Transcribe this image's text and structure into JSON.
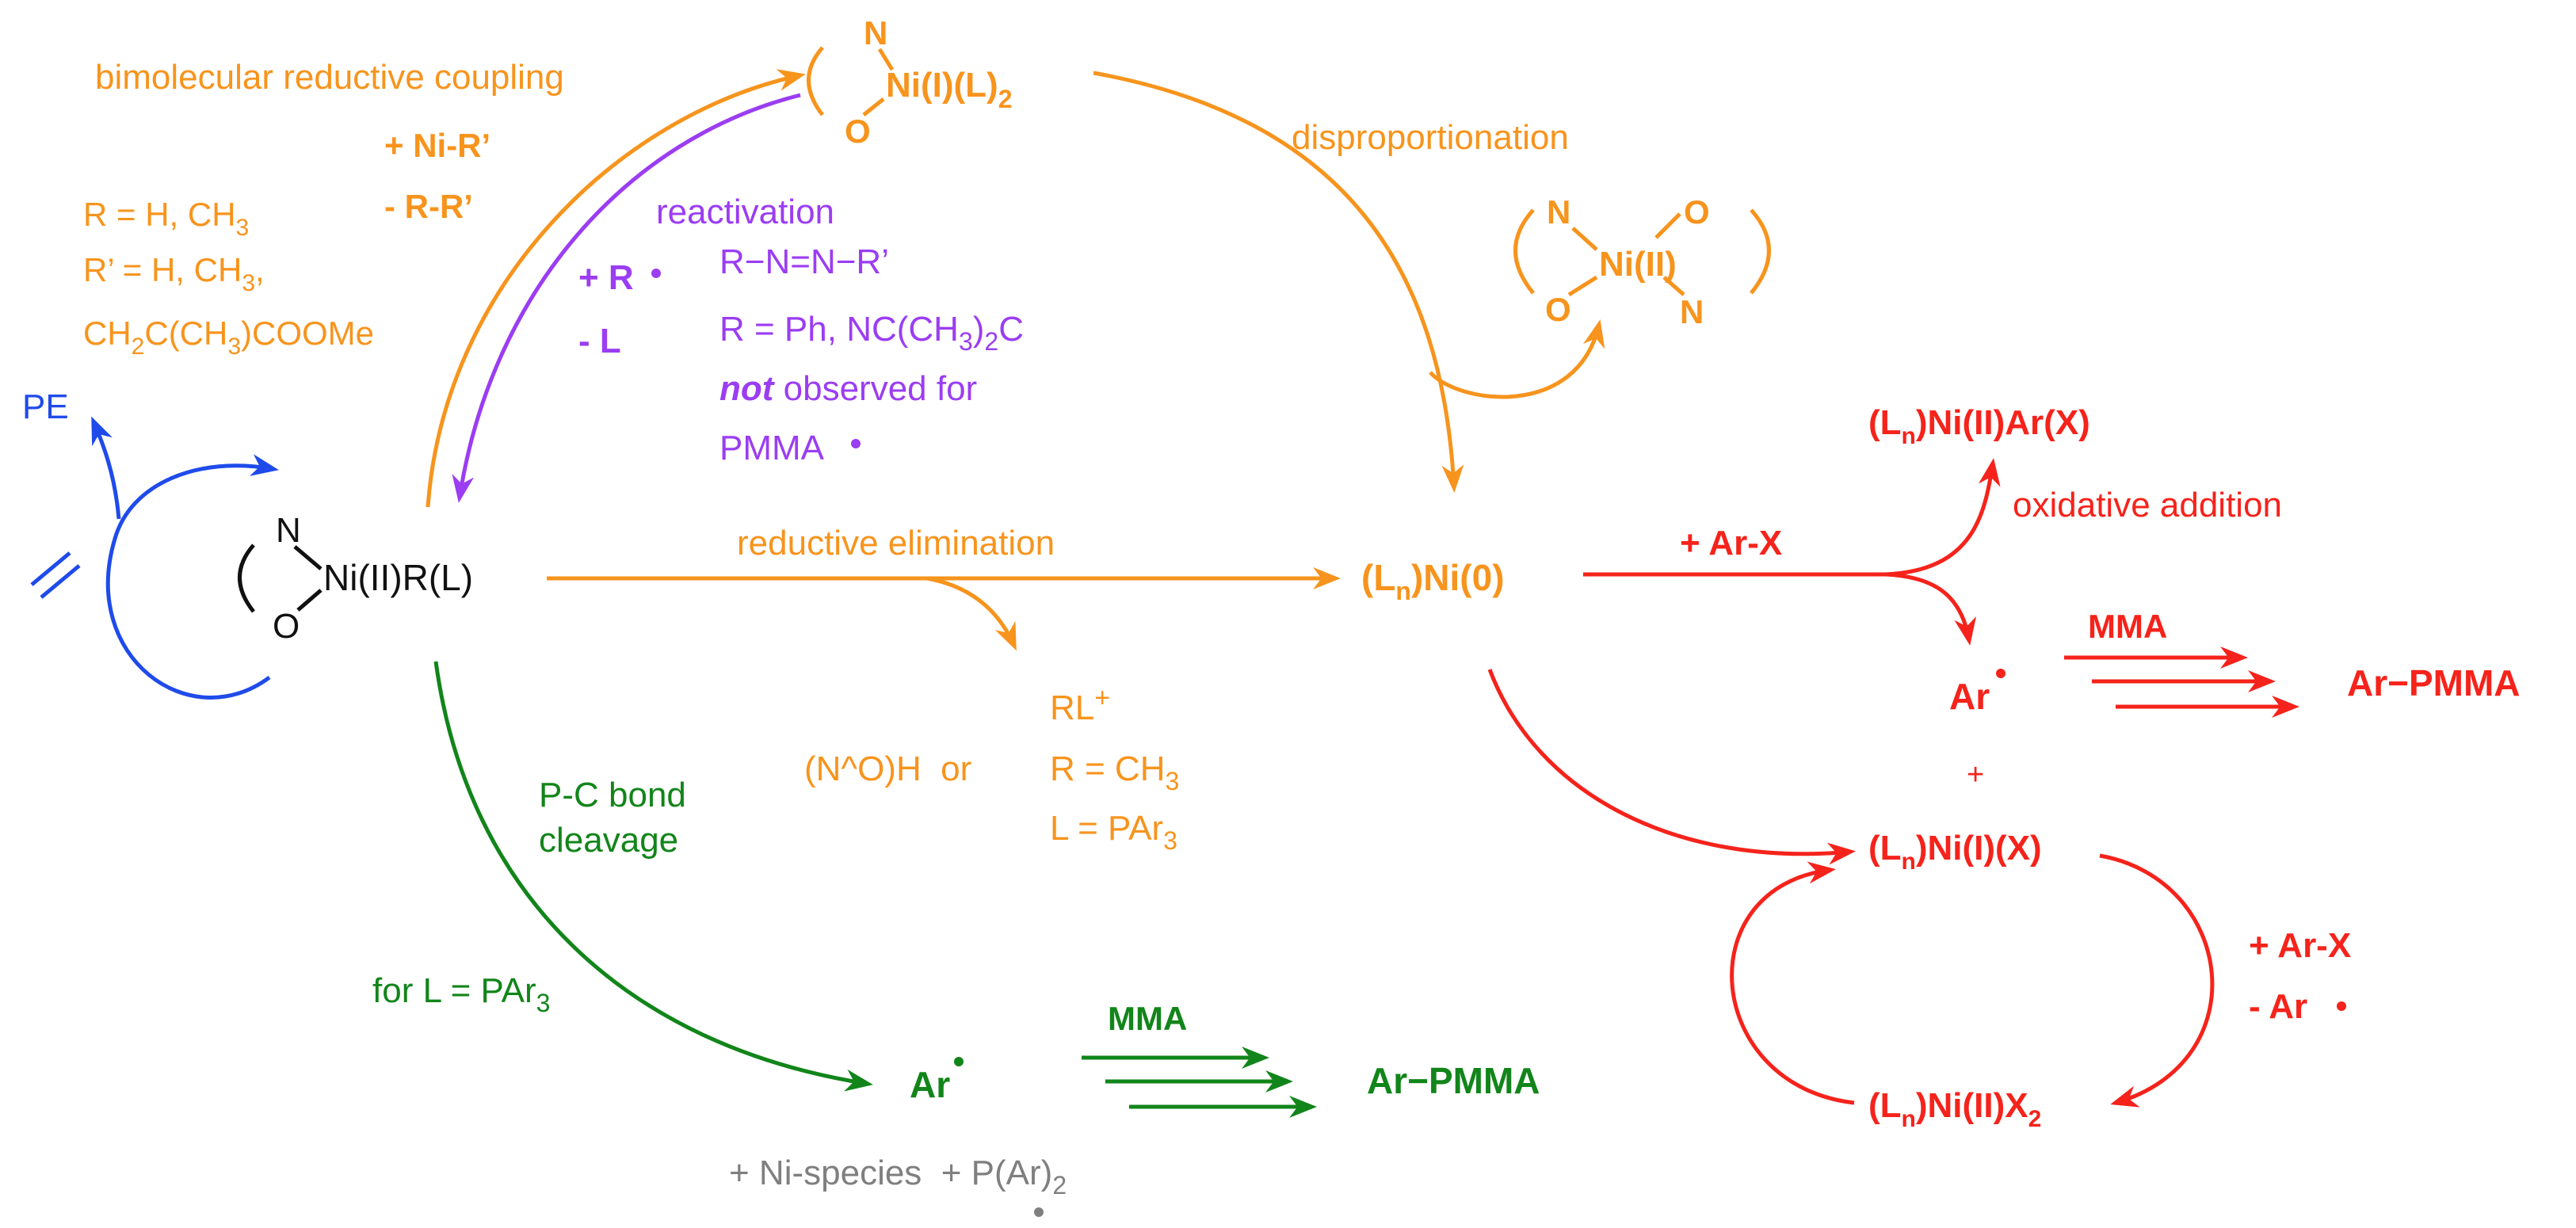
{
  "colors": {
    "orange": "#F7941D",
    "purple": "#9B3DF2",
    "blue": "#1F4BEA",
    "green": "#12851A",
    "red": "#F5231B",
    "black": "#111111",
    "gray": "#7F7F7F"
  },
  "start_complex": {
    "N": "N",
    "O": "O",
    "rest": "Ni(II)R(L)"
  },
  "polymerization": {
    "product": "PE"
  },
  "ni1_complex": {
    "N": "N",
    "O": "O",
    "ni": "Ni(I)(L)",
    "sub": "2"
  },
  "ni2_bis_complex": {
    "N1": "N",
    "O1": "O",
    "ni": "Ni(II)",
    "O2": "O",
    "N2": "N"
  },
  "bimolecular": {
    "label": "bimolecular reductive coupling",
    "reagent_plus": "+ Ni-R’",
    "reagent_minus": "- R-R’",
    "r_def": "R = H, CH",
    "r_def_sub": "3",
    "rp_def": "R’ = H, CH",
    "rp_def_sub": "3",
    "rp_def_tail": ",",
    "rp_def2_a": "CH",
    "rp_def2_sub1": "2",
    "rp_def2_b": "C(CH",
    "rp_def2_sub2": "3",
    "rp_def2_c": ")COOMe"
  },
  "reactivation": {
    "label": "reactivation",
    "plus_r": "+ R",
    "minus_l": "- L",
    "azo": "R−N=N−R’",
    "r_def_a": "R = Ph, NC(CH",
    "r_def_sub": "3",
    "r_def_b": ")",
    "r_def_sub2": "2",
    "r_def_c": "C",
    "not_word": "not",
    "not_rest": " observed for",
    "pmma": "PMMA"
  },
  "disproportionation": {
    "label": "disproportionation"
  },
  "reductive_elimination": {
    "label": "reductive elimination",
    "rl": "RL",
    "rl_sup": "+",
    "noh": "(N^O)H  or",
    "r_eq": "R = CH",
    "r_eq_sub": "3",
    "l_eq": "L = PAr",
    "l_eq_sub": "3"
  },
  "ni0": {
    "a": "(L",
    "sub": "n",
    "b": ")Ni(0)"
  },
  "oxidative": {
    "plus_arx": "+ Ar-X",
    "product_a": "(L",
    "product_sub": "n",
    "product_b": ")Ni(II)Ar(X)",
    "label": "oxidative addition"
  },
  "red_pathway": {
    "ar": "Ar",
    "mma": "MMA",
    "product": "Ar−PMMA",
    "plus": "+",
    "ni1x_a": "(L",
    "ni1x_sub": "n",
    "ni1x_b": ")Ni(I)(X)",
    "ni2x2_a": "(L",
    "ni2x2_sub": "n",
    "ni2x2_b": ")Ni(II)X",
    "ni2x2_sub2": "2",
    "plus_arx": "+ Ar-X",
    "minus_ar": "- Ar"
  },
  "green_pathway": {
    "pc_line1": "P-C bond",
    "pc_line2": "cleavage",
    "for_l": "for L = PAr",
    "for_l_sub": "3",
    "ar": "Ar",
    "mma": "MMA",
    "product": "Ar−PMMA",
    "byproducts_a": "+ Ni-species  + P(Ar)",
    "byproducts_sub": "2"
  }
}
